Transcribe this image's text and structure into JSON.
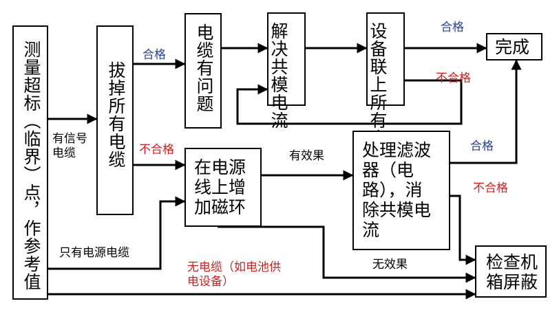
{
  "nodes": {
    "measure": "测量超标（临界）点，作参考值",
    "unplug": "拔掉所有电缆",
    "cable_problem": "电缆有问题",
    "common_mode": "解决共模电流",
    "connect_all": "设备联上所有电缆",
    "done": "完成",
    "ferrite": "在电源\n线上增\n加磁环",
    "filter": "处理滤波\n器（电\n路），消\n除共模电\n流",
    "shield": "检查机\n箱屏蔽"
  },
  "labels": {
    "signal_cable": "有信号\n电缆",
    "power_only": "只有电源电缆",
    "no_cable": "无电缆（如电池供\n电设备）",
    "pass_1": "合格",
    "fail_1": "不合格",
    "pass_2": "合格",
    "fail_2": "不合格",
    "fail_3": "不合格",
    "pass_3": "合格",
    "effective": "有效果",
    "ineffective": "无效果"
  },
  "colors": {
    "line": "#000000",
    "pass_label": "#2a3f9a",
    "fail_label": "#d01f1f"
  }
}
